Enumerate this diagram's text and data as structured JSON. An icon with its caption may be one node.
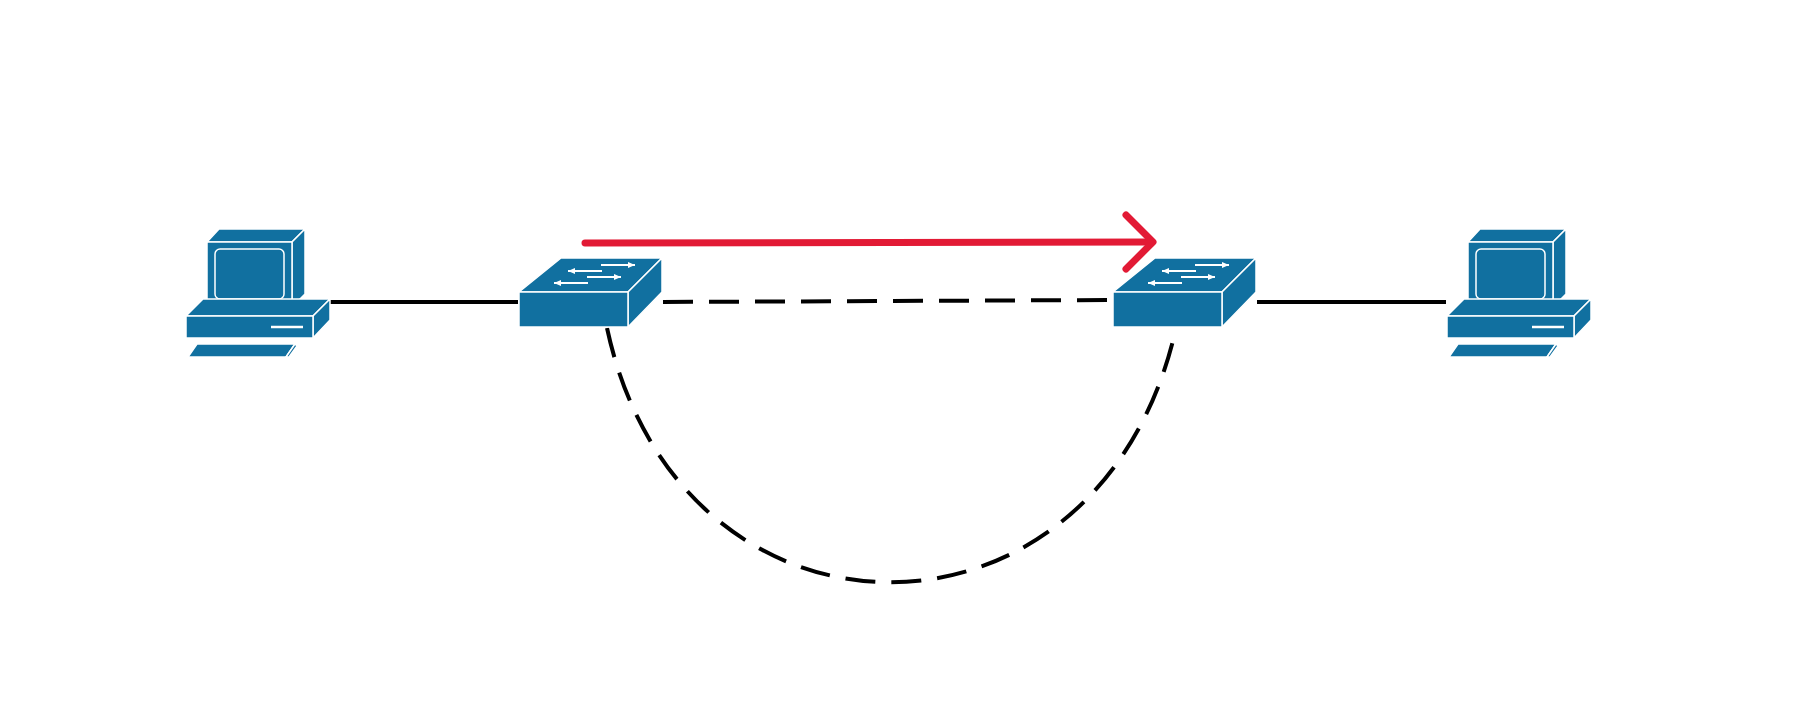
{
  "diagram": {
    "nodes": [
      {
        "text": [],
        "shape": "computer"
      },
      {
        "text": [],
        "shape": "switch"
      },
      {
        "text": [],
        "shape": "switch"
      },
      {
        "text": [],
        "shape": "computer"
      }
    ],
    "edges": [
      {
        "from": 0,
        "to": 1,
        "arrow": "none"
      },
      {
        "from": 1,
        "to": 2,
        "arrow": "none",
        "style": "dashed"
      },
      {
        "from": 1,
        "to": 2,
        "arrow": "none",
        "style": "dashed"
      },
      {
        "from": 2,
        "to": 3,
        "arrow": "none"
      }
    ]
  }
}
